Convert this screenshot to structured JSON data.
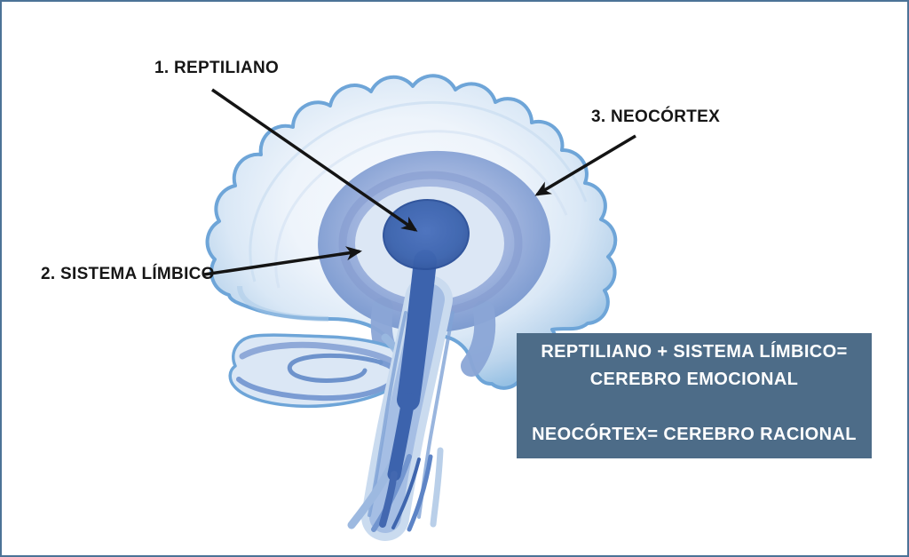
{
  "theme": {
    "frame_border": "#4c7397",
    "background": "#ffffff",
    "label_color": "#161616",
    "arrow_color": "#141414",
    "info_box_bg": "#4d6c88",
    "info_box_text": "#ffffff",
    "brain": {
      "cortex_edge": "#6ea5d8",
      "cortex_fill_light": "#eef5fc",
      "cortex_fill_deep": "#9cc3e6",
      "limbic_fill": "#8aa5d6",
      "limbic_inner": "#dce7f5",
      "reptilian_fill": "#3c63ad",
      "stem_light": "#cadbef",
      "stem_mid": "#a5bee4",
      "curl_fill": "#dbe7f5"
    }
  },
  "labels": {
    "reptiliano": "1. REPTILIANO",
    "sistema_limbico": "2. SISTEMA LÍMBICO",
    "neocortex": "3. NEOCÓRTEX"
  },
  "info_box": {
    "lines": [
      "REPTILIANO + SISTEMA LÍMBICO=",
      "CEREBRO EMOCIONAL",
      "",
      "NEOCÓRTEX= CEREBRO RACIONAL"
    ]
  }
}
